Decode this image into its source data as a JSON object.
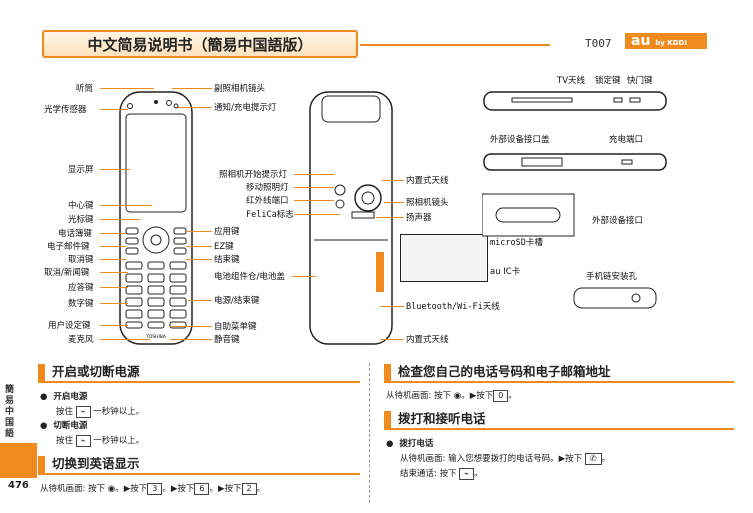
{
  "header": {
    "title": "中文简易说明书（簡易中国語版）",
    "page_code": "T007",
    "logo": "au",
    "logo_sub": "by KDDI"
  },
  "front_labels": {
    "receiver": "听筒",
    "light_sensor": "光学传感器",
    "display": "显示屏",
    "center_key": "中心键",
    "cursor_key": "光标键",
    "phonebook_key": "电话簿键",
    "mail_key": "电子邮件键",
    "cancel_key": "取消键",
    "cancel_news_key": "取消/新闻键",
    "answer_key": "应答键",
    "number_keys": "数字键",
    "user_key": "用户设定键",
    "mic": "麦克风",
    "sub_camera": "副照相机镜头",
    "notify_light": "通知/充电提示灯",
    "app_key": "应用键",
    "ez_key": "EZ键",
    "end_key": "结束键",
    "power_key": "电源/结束键",
    "self_timer_key": "自助菜单键",
    "mute_key": "静音键",
    "brand_front": "TOSHIBA"
  },
  "back_labels": {
    "camera_indicator": "照相机开始提示灯",
    "mobile_light": "移动照明灯",
    "ir_port": "红外线端口",
    "felica": "FeliCa标志",
    "battery_cover": "电池组件仓/电池盖",
    "antenna_builtin_top": "内置式天线",
    "camera_lens": "照相机镜头",
    "speaker": "扬声器",
    "microsd_slot": "microSD卡槽",
    "au_ic_card": "au IC卡",
    "bt_wifi_antenna": "Bluetooth/Wi-Fi天线",
    "antenna_builtin_bottom": "内置式天线"
  },
  "side_labels": {
    "tv_antenna": "TV天线",
    "lock_key": "锁定键",
    "shutter_key": "快门键",
    "ext_cover": "外部设备接口盖",
    "charge_port": "充电端口",
    "ext_port": "外部设备接口",
    "strap_hole": "手机链安装孔"
  },
  "sidebar": {
    "tab_text": "簡易中国語",
    "page_number": "476"
  },
  "sections": {
    "power": {
      "heading": "开启或切断电源",
      "on_title": "开启电源",
      "on_text": "按住",
      "on_suffix": "一秒钟以上。",
      "off_title": "切断电源",
      "off_text": "按住",
      "off_suffix": "一秒钟以上。"
    },
    "english": {
      "heading": "切换到英语显示",
      "text": "从待机画面: 按下",
      "steps": [
        "。▶按下",
        "3",
        "。▶按下",
        "6",
        "。▶按下",
        "2",
        "。"
      ]
    },
    "check_number": {
      "heading": "检查您自己的电话号码和电子邮箱地址",
      "text": "从待机画面: 按下",
      "mid": "。▶按下",
      "key": "0",
      "end": "。"
    },
    "calls": {
      "heading": "拨打和接听电话",
      "bullet": "拨打电话",
      "line1": "从待机画面: 输入您想要拨打的电话号码。▶按下",
      "line1_end": "。",
      "line2": "结束通话: 按下",
      "line2_end": "。"
    }
  },
  "colors": {
    "accent": "#f08a1c"
  }
}
